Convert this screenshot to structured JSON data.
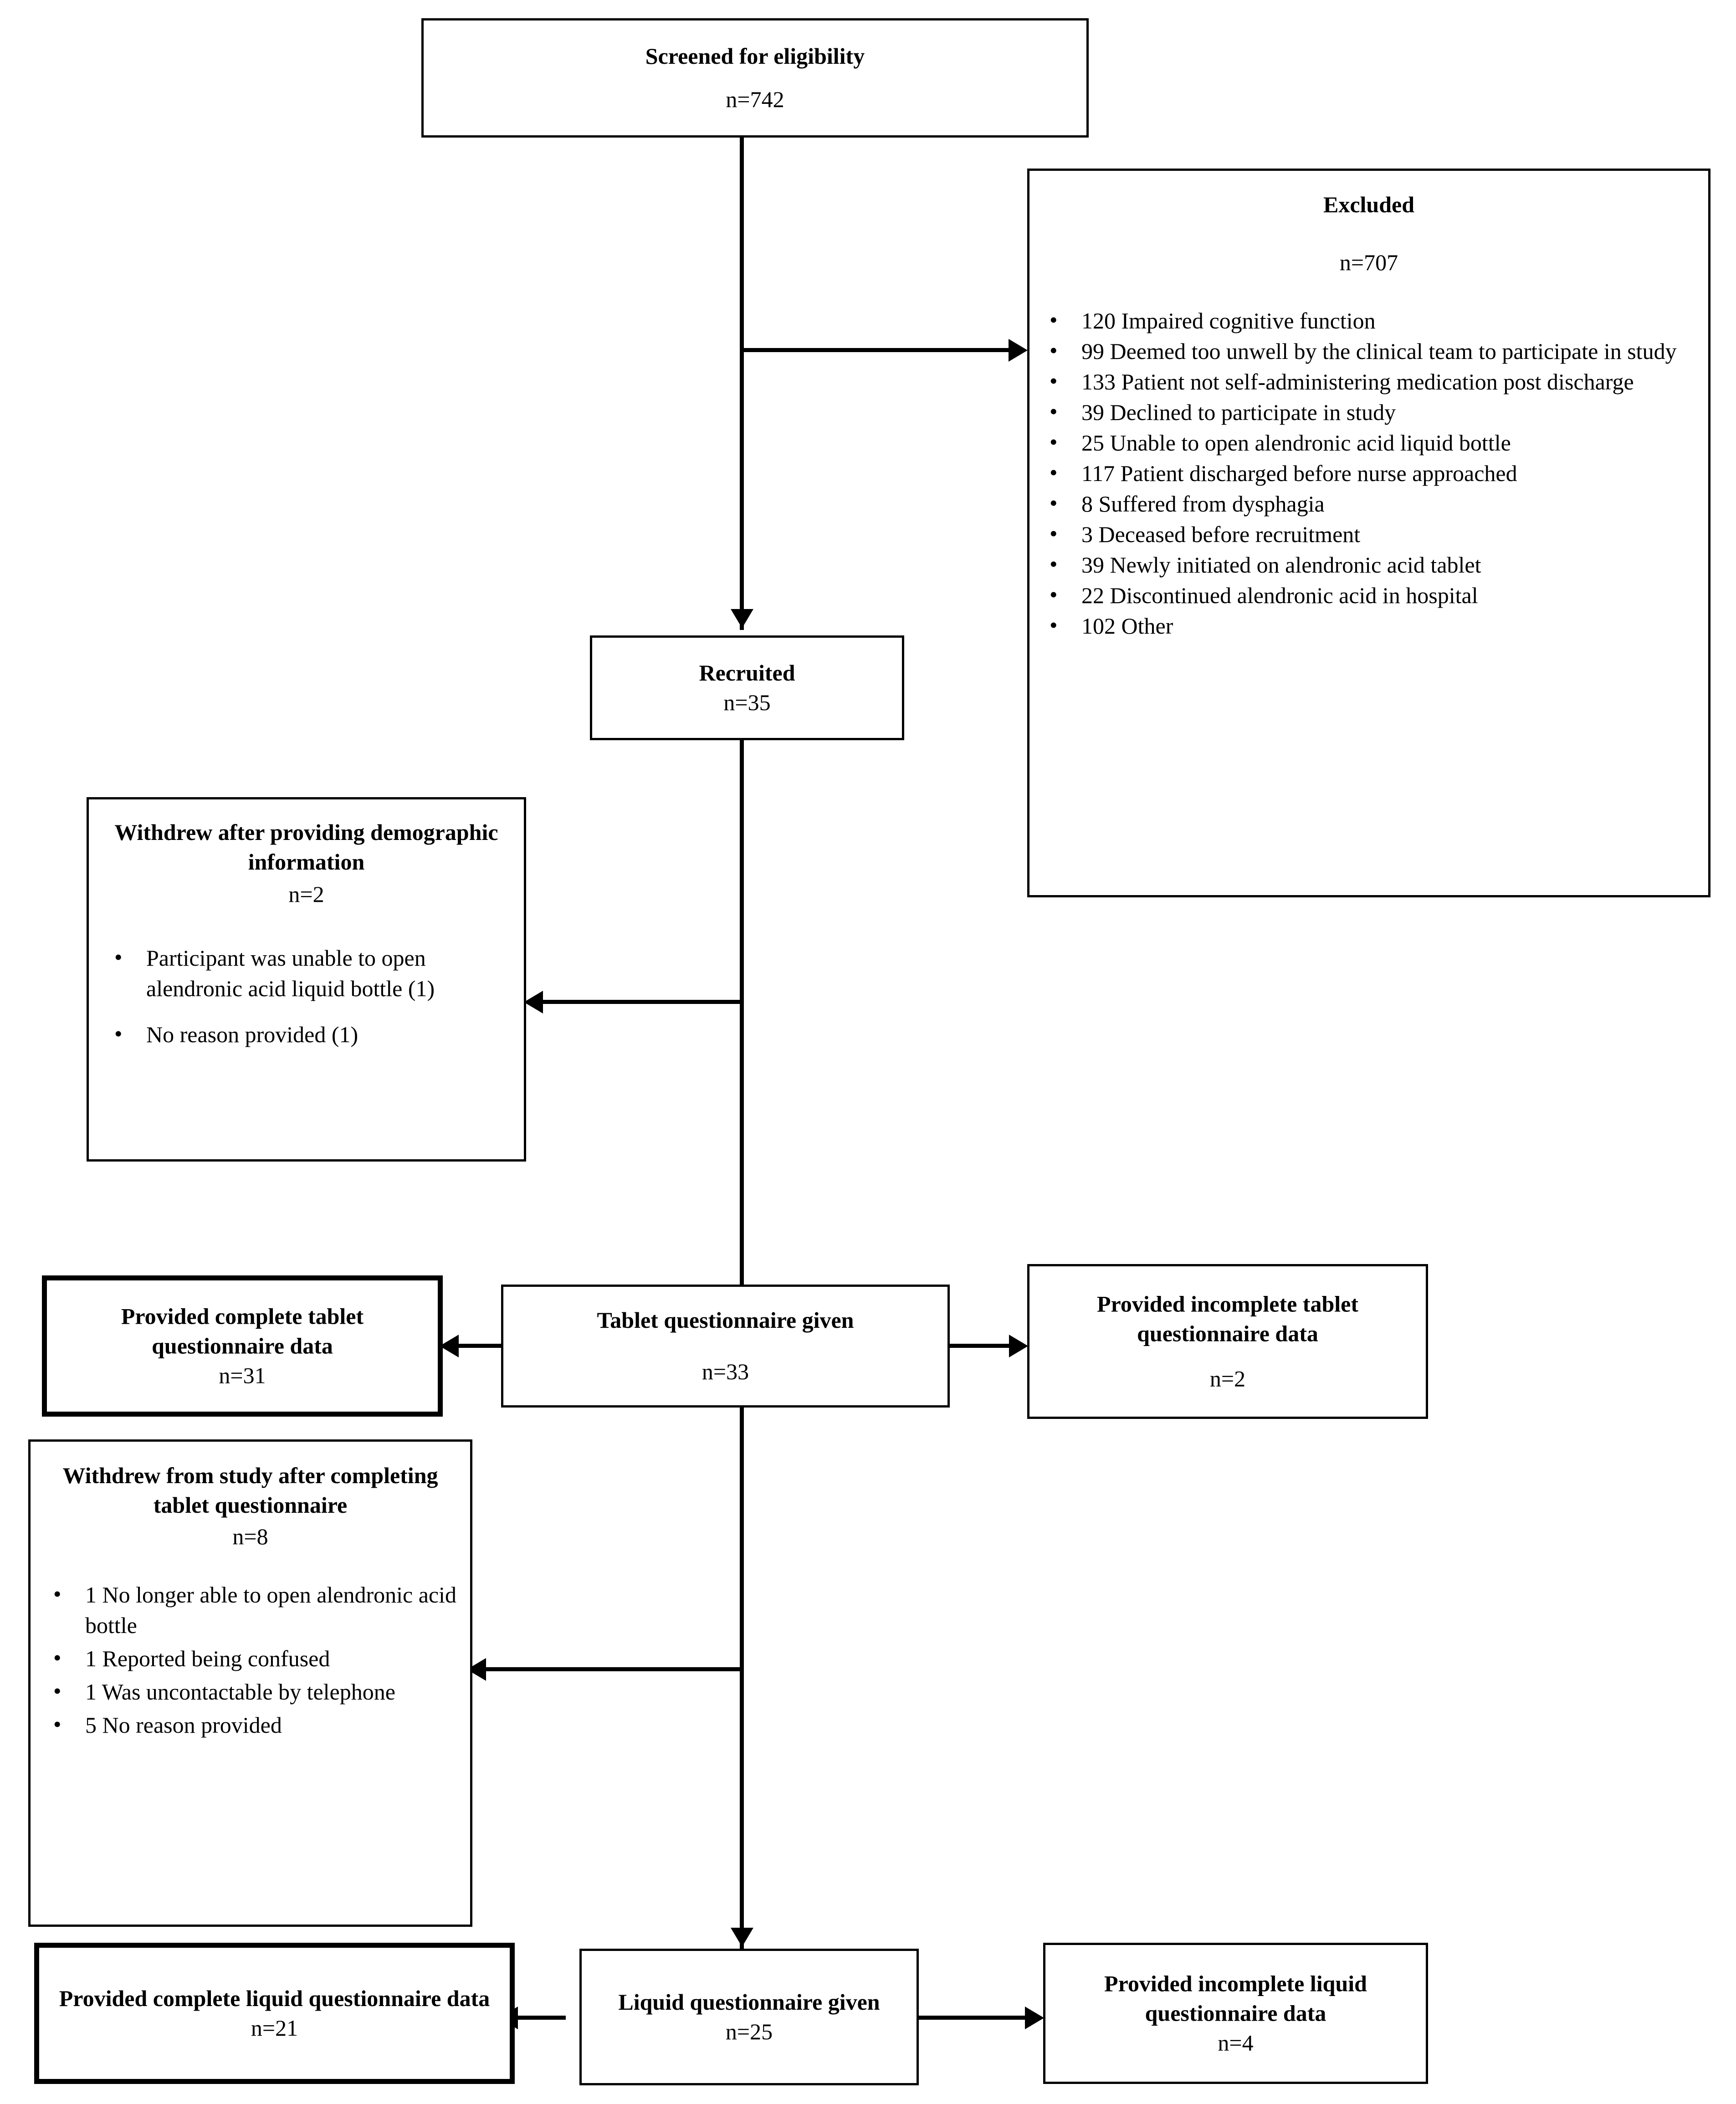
{
  "diagram": {
    "type": "participant-flow-diagram",
    "title_implicit": "Study participant flow (CONSORT-style)",
    "nodes": {
      "screened": {
        "title": "Screened for eligibility",
        "n": "n=742"
      },
      "excluded": {
        "title": "Excluded",
        "n": "n=707",
        "reasons": [
          "120 Impaired cognitive function",
          "99 Deemed too unwell by the clinical team to participate in study",
          "133 Patient not self-administering medication post discharge",
          "39 Declined to participate in study",
          "25 Unable to open alendronic acid liquid bottle",
          "117 Patient discharged before nurse approached",
          "8 Suffered from dysphagia",
          "3 Deceased before recruitment",
          "39 Newly initiated on alendronic acid tablet",
          "22 Discontinued alendronic acid in hospital",
          "102 Other"
        ]
      },
      "recruited": {
        "title": "Recruited",
        "n": "n=35"
      },
      "withdrew_demographic": {
        "title": "Withdrew after providing demographic information",
        "n": "n=2",
        "reasons": [
          "Participant was unable to open alendronic acid liquid bottle (1)",
          "No reason provided (1)"
        ]
      },
      "tablet_given": {
        "title": "Tablet questionnaire given",
        "n": "n=33"
      },
      "tablet_complete": {
        "title": "Provided complete tablet questionnaire data",
        "n": "n=31"
      },
      "tablet_incomplete": {
        "title": "Provided incomplete tablet questionnaire data",
        "n": "n=2"
      },
      "withdrew_after_tablet": {
        "title": "Withdrew from study after completing tablet questionnaire",
        "n": "n=8",
        "reasons": [
          "1 No longer able to open alendronic acid bottle",
          "1 Reported being confused",
          "1 Was uncontactable by telephone",
          "5 No reason provided"
        ]
      },
      "liquid_given": {
        "title": "Liquid questionnaire given",
        "n": "n=25"
      },
      "liquid_complete": {
        "title": "Provided complete liquid questionnaire data",
        "n": "n=21"
      },
      "liquid_incomplete": {
        "title": "Provided incomplete liquid questionnaire data",
        "n": "n=4"
      }
    },
    "colors": {
      "stroke": "#000000",
      "fill": "#ffffff",
      "text": "#000000"
    }
  }
}
